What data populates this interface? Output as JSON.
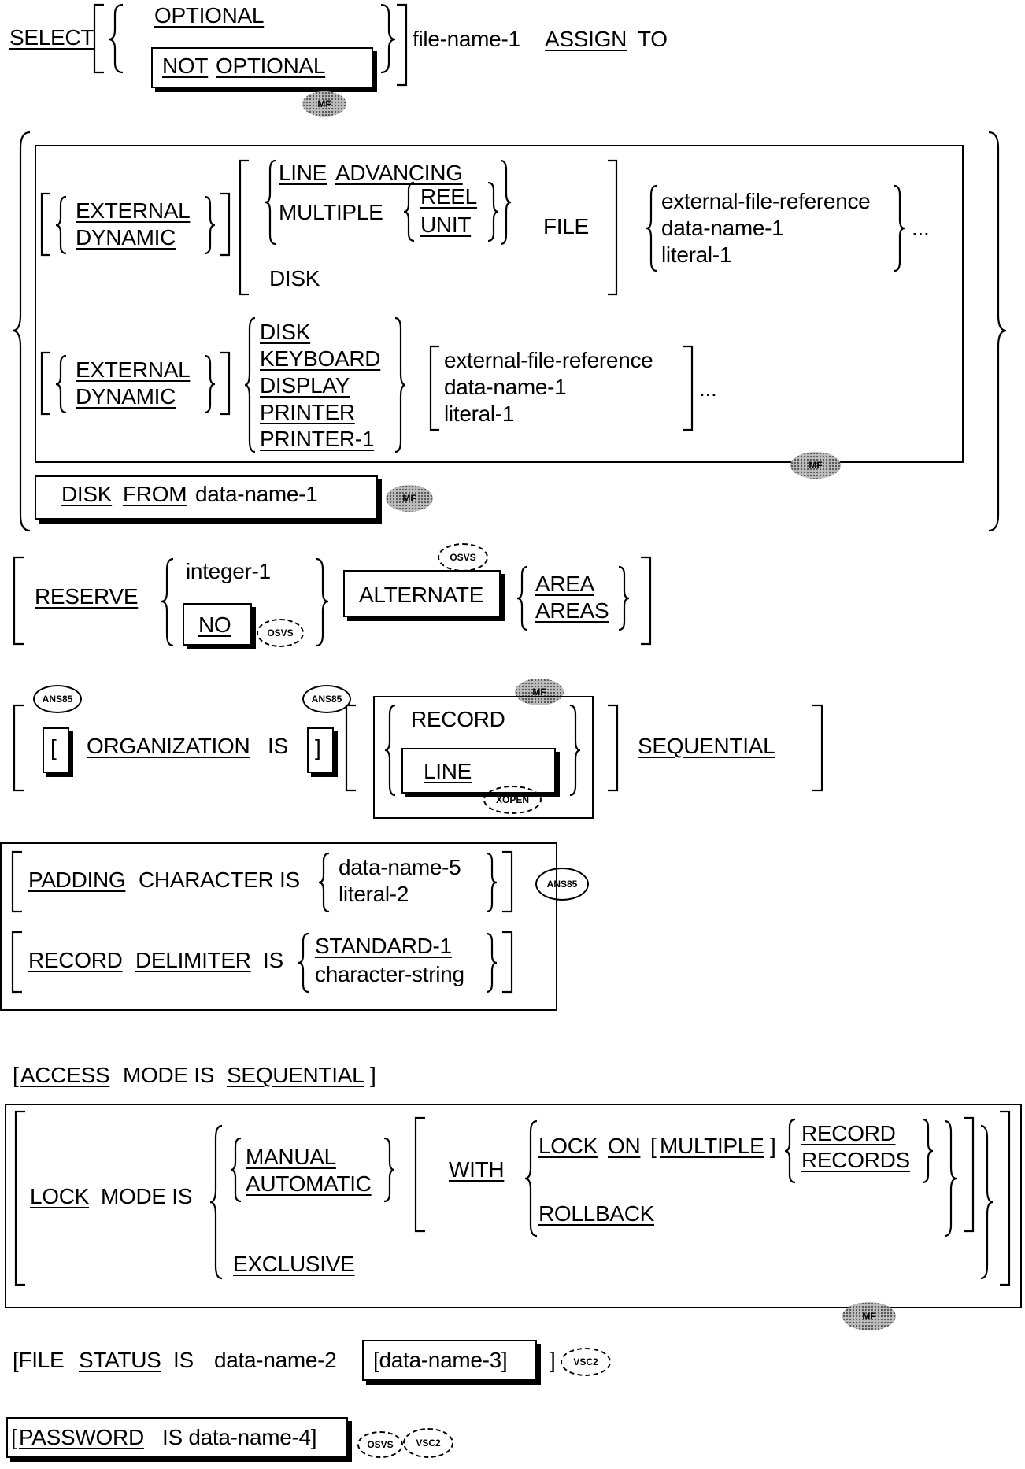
{
  "select_clause": {
    "select": "SELECT",
    "optional": "OPTIONAL",
    "not": "NOT",
    "optional2": "OPTIONAL",
    "file_name": "file-name-1",
    "assign": "ASSIGN",
    "to": "TO",
    "mf": "MF"
  },
  "assign_group": {
    "row1": {
      "external": "EXTERNAL",
      "dynamic": "DYNAMIC",
      "line": "LINE",
      "advancing": "ADVANCING",
      "multiple": "MULTIPLE",
      "reel": "REEL",
      "unit": "UNIT",
      "disk": "DISK",
      "file": "FILE",
      "ext_ref": "external-file-reference",
      "data_name": "data-name-1",
      "literal": "literal-1",
      "ellipsis": "..."
    },
    "row2": {
      "external": "EXTERNAL",
      "dynamic": "DYNAMIC",
      "devices": [
        "DISK",
        "KEYBOARD",
        "DISPLAY",
        "PRINTER",
        "PRINTER-1"
      ],
      "ext_ref": "external-file-reference",
      "data_name": "data-name-1",
      "literal": "literal-1",
      "ellipsis": "...",
      "mf": "MF"
    },
    "disk_from": {
      "disk": "DISK",
      "from": "FROM",
      "data_name": "data-name-1",
      "mf": "MF"
    }
  },
  "reserve_clause": {
    "reserve": "RESERVE",
    "integer": "integer-1",
    "no": "NO",
    "no_badge": "OSVS",
    "alternate": "ALTERNATE",
    "alternate_badge": "OSVS",
    "area": "AREA",
    "areas": "AREAS"
  },
  "organization_clause": {
    "open_bracket": "[",
    "organization": "ORGANIZATION",
    "is": "IS",
    "close_bracket": "]",
    "badge_left": "ANS85",
    "badge_right": "ANS85",
    "record": "RECORD",
    "line": "LINE",
    "line_badge": "XOPEN",
    "mf": "MF",
    "sequential": "SEQUENTIAL"
  },
  "padding_clause": {
    "padding": "PADDING",
    "character_is": "CHARACTER IS",
    "data_name": "data-name-5",
    "literal": "literal-2",
    "badge": "ANS85",
    "record": "RECORD",
    "delimiter": "DELIMITER",
    "is": "IS",
    "standard": "STANDARD-1",
    "char_string": "character-string"
  },
  "access_clause": {
    "open": "[",
    "access": "ACCESS",
    "mode_is": "MODE IS",
    "sequential": "SEQUENTIAL",
    "close": "]"
  },
  "lock_clause": {
    "lock": "LOCK",
    "mode_is": "MODE IS",
    "manual": "MANUAL",
    "automatic": "AUTOMATIC",
    "exclusive": "EXCLUSIVE",
    "with": "WITH",
    "lock2": "LOCK",
    "on": "ON",
    "multiple_open": "[",
    "multiple": "MULTIPLE",
    "multiple_close": "]",
    "record": "RECORD",
    "records": "RECORDS",
    "rollback": "ROLLBACK",
    "mf": "MF"
  },
  "file_status_clause": {
    "open": "[FILE",
    "status": "STATUS",
    "is": "IS",
    "data_name": "data-name-2",
    "data_name3": "[data-name-3]",
    "close": "]",
    "badge": "VSC2"
  },
  "password_clause": {
    "open": "[",
    "password": "PASSWORD",
    "rest": "IS data-name-4]",
    "badge1": "OSVS",
    "badge2": "VSC2"
  }
}
